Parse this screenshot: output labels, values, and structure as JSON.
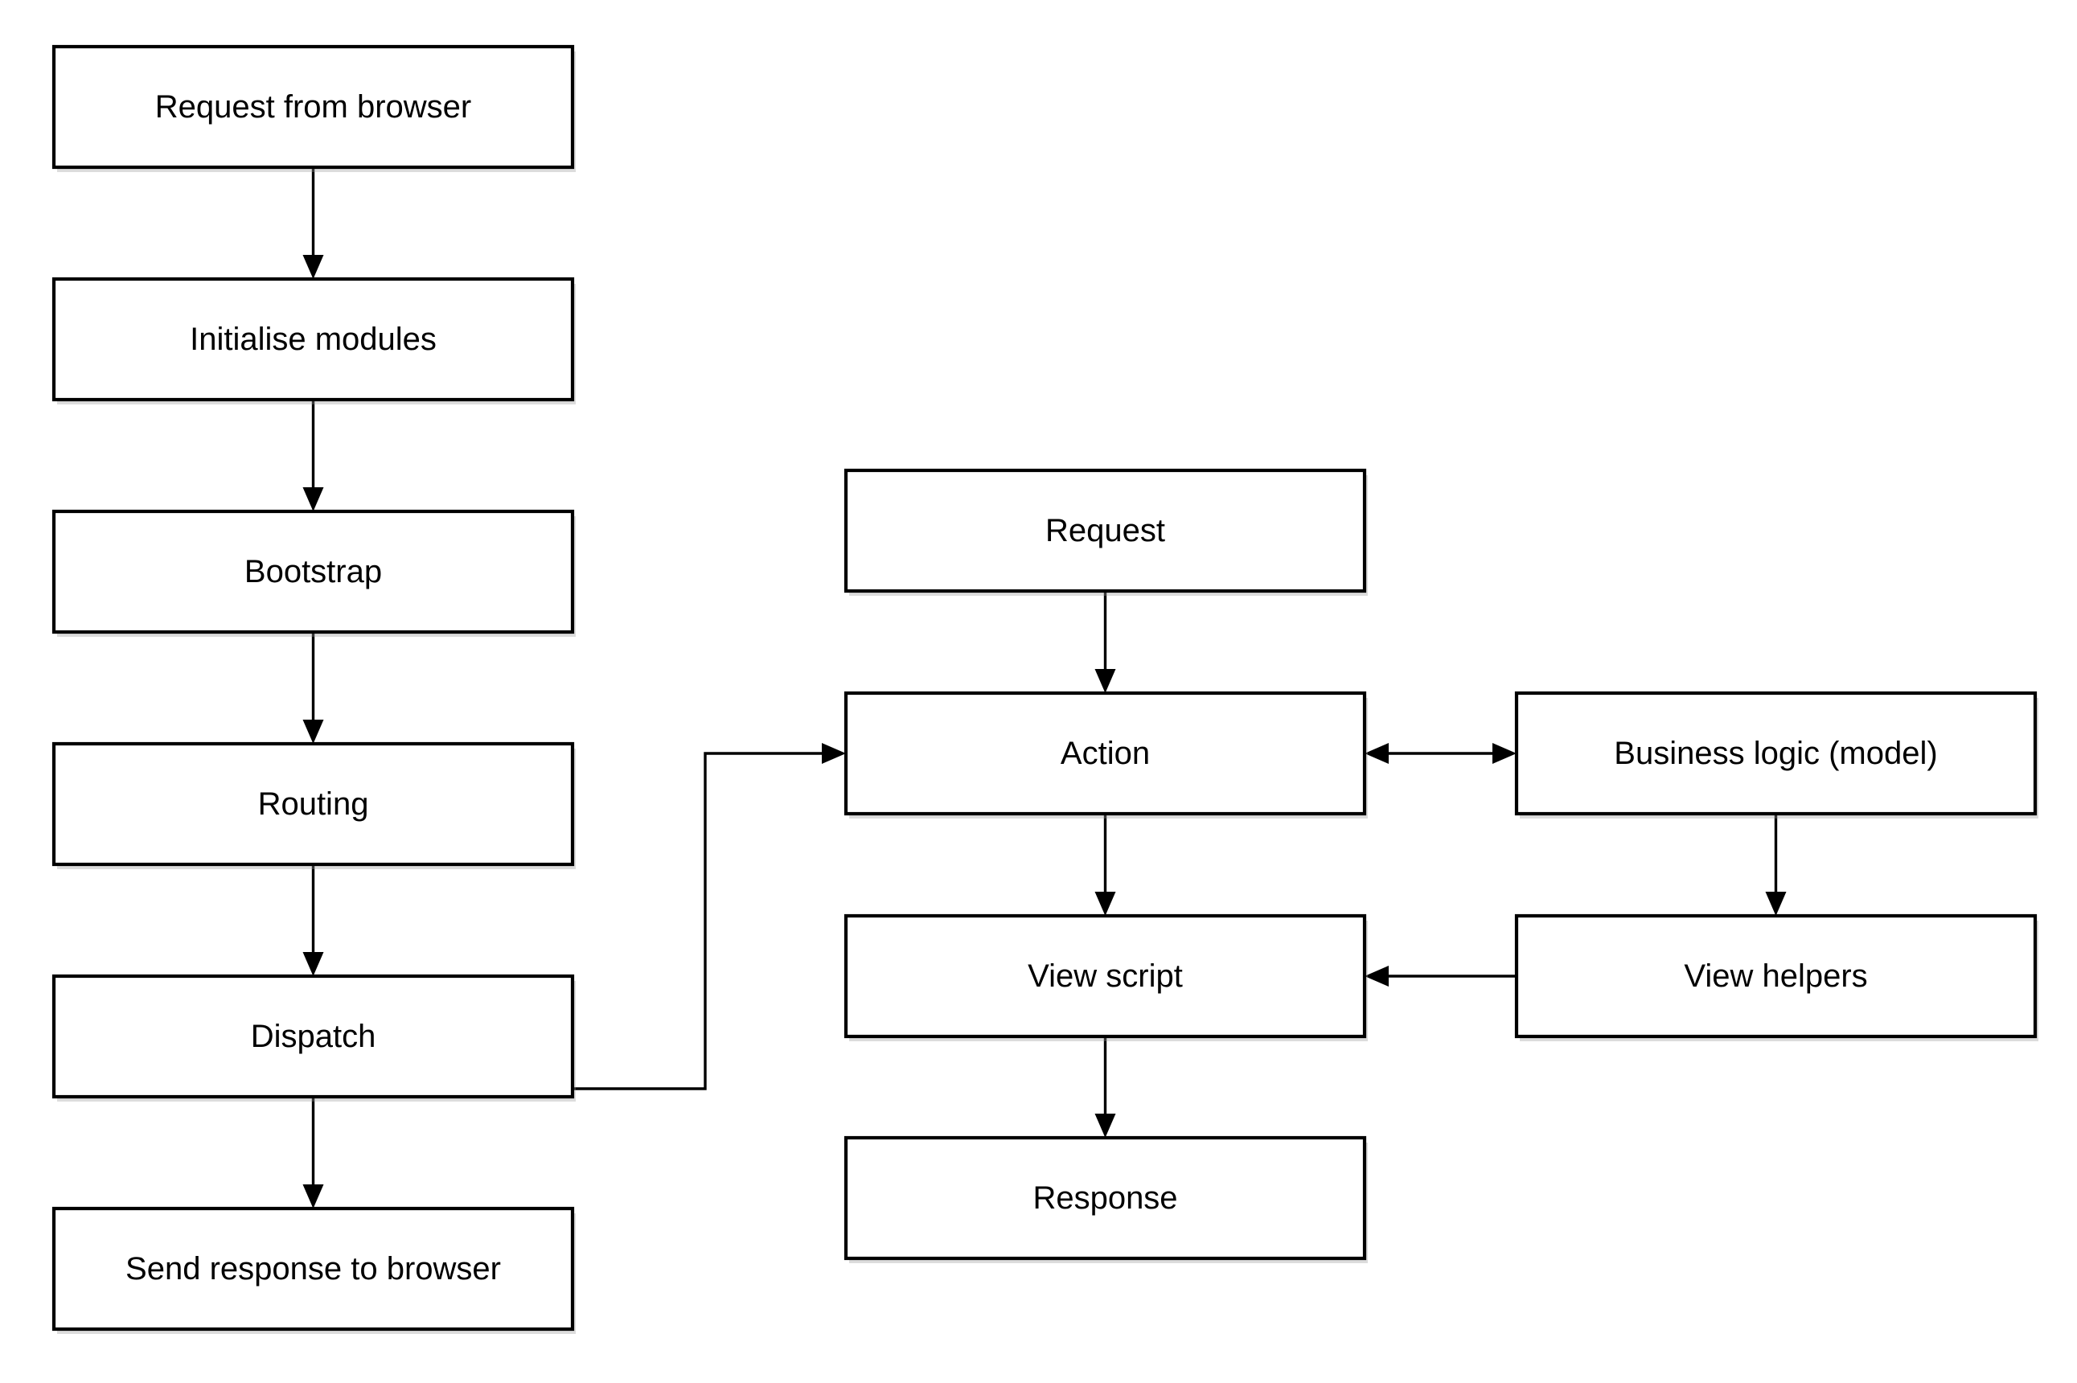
{
  "diagram": {
    "nodes": [
      {
        "id": "request-from-browser",
        "label": "Request from browser"
      },
      {
        "id": "initialise-modules",
        "label": "Initialise modules"
      },
      {
        "id": "bootstrap",
        "label": "Bootstrap"
      },
      {
        "id": "routing",
        "label": "Routing"
      },
      {
        "id": "dispatch",
        "label": "Dispatch"
      },
      {
        "id": "send-response-to-browser",
        "label": "Send response to browser"
      },
      {
        "id": "request",
        "label": "Request"
      },
      {
        "id": "action",
        "label": "Action"
      },
      {
        "id": "view-script",
        "label": "View script"
      },
      {
        "id": "response",
        "label": "Response"
      },
      {
        "id": "business-logic",
        "label": "Business logic (model)"
      },
      {
        "id": "view-helpers",
        "label": "View helpers"
      }
    ],
    "edges": [
      {
        "from": "request-from-browser",
        "to": "initialise-modules",
        "direction": "forward"
      },
      {
        "from": "initialise-modules",
        "to": "bootstrap",
        "direction": "forward"
      },
      {
        "from": "bootstrap",
        "to": "routing",
        "direction": "forward"
      },
      {
        "from": "routing",
        "to": "dispatch",
        "direction": "forward"
      },
      {
        "from": "dispatch",
        "to": "send-response-to-browser",
        "direction": "forward"
      },
      {
        "from": "dispatch",
        "to": "action",
        "direction": "forward"
      },
      {
        "from": "request",
        "to": "action",
        "direction": "forward"
      },
      {
        "from": "action",
        "to": "view-script",
        "direction": "forward"
      },
      {
        "from": "view-script",
        "to": "response",
        "direction": "forward"
      },
      {
        "from": "action",
        "to": "business-logic",
        "direction": "both"
      },
      {
        "from": "business-logic",
        "to": "view-helpers",
        "direction": "forward"
      },
      {
        "from": "view-helpers",
        "to": "view-script",
        "direction": "forward"
      }
    ]
  }
}
